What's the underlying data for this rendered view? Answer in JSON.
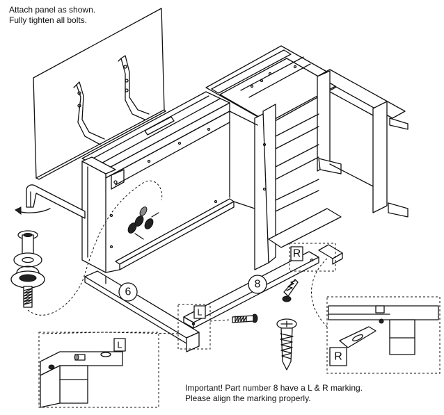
{
  "instructions": {
    "line1": "Attach panel as shown.",
    "line2": "Fully tighten all bolts."
  },
  "parts": {
    "part_6": "6",
    "part_8": "8"
  },
  "markings": {
    "left": "L",
    "right": "R"
  },
  "note": {
    "line1": "Important! Part number 8 have a L & R marking.",
    "line2": "Please align the marking properly."
  },
  "icons": [
    "allen-key-icon",
    "bolt-icon",
    "washer-icon",
    "screw-icon",
    "rotation-arrow-icon"
  ]
}
